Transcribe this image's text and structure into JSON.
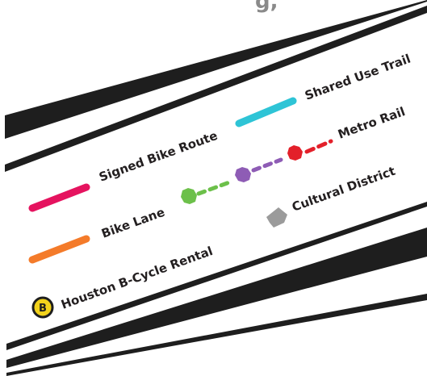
{
  "legend": {
    "title_fragment": "g,",
    "items": {
      "shared_use_trail": {
        "label": "Shared Use Trail",
        "color": "#2ec4d6"
      },
      "metro_rail": {
        "label": "Metro Rail",
        "color": "#e3202a"
      },
      "signed_bike_route": {
        "label": "Signed Bike Route",
        "color": "#e5135f"
      },
      "bike_lane": {
        "label": "Bike Lane",
        "color": "#6cc04a"
      },
      "bike_lane_purple": {
        "color": "#8e5cb5"
      },
      "cultural_district": {
        "label": "Cultural District",
        "color": "#9b9b9b"
      },
      "houston_bcycle": {
        "label": "Houston B-Cycle Rental",
        "icon_letter": "B",
        "color": "#f2d21b"
      }
    },
    "stripe_color": "#1e1e1e"
  }
}
